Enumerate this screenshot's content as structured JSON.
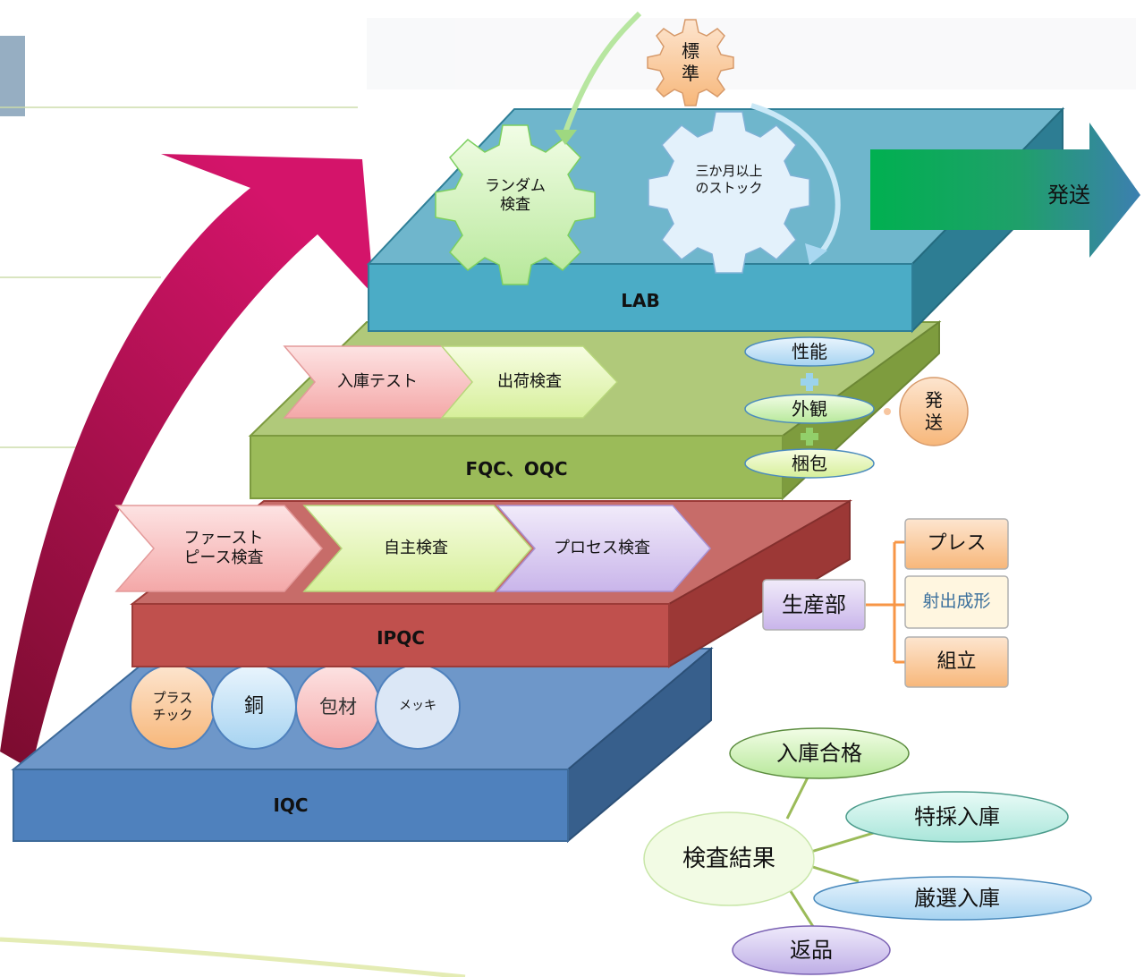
{
  "layers": {
    "iqc": "IQC",
    "ipqc": "IPQC",
    "fqc_oqc": "FQC、OQC",
    "lab": "LAB"
  },
  "iqc_materials": [
    "プラス\nチック",
    "銅",
    "包材",
    "メッキ"
  ],
  "ipqc_steps": [
    "ファースト\nピース検査",
    "自主検査",
    "プロセス検査"
  ],
  "fqc_steps": [
    "入庫テスト",
    "出荷検査"
  ],
  "fqc_checks": [
    "性能",
    "外観",
    "梱包"
  ],
  "fqc_ship": "発\n送",
  "lab_gears": {
    "standard": "標\n準",
    "random": "ランダム\n検査",
    "stock": "三か月以上\nのストック"
  },
  "lab_ship": "発送",
  "production": {
    "dept": "生産部",
    "branches": [
      "プレス",
      "射出成形",
      "組立"
    ]
  },
  "results": {
    "center": "検査結果",
    "items": [
      "入庫合格",
      "特採入庫",
      "厳選入庫",
      "返品"
    ]
  },
  "colors": {
    "iqc": "#4f81bd",
    "ipqc": "#c0504d",
    "fqc": "#9bbb59",
    "lab": "#4bacc6",
    "ship_green": "#00b050",
    "big_arrow": "#c0145a"
  }
}
